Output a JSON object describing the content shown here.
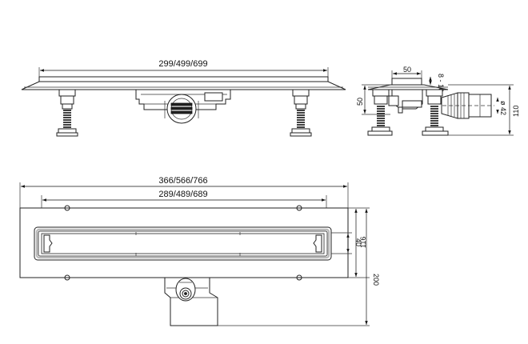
{
  "dimensions": {
    "top_length": "299/499/699",
    "side_width": "50",
    "side_adjust": "8 - 16",
    "side_height": "50",
    "side_total_height": "110",
    "side_outlet_dia": "ø 42",
    "plan_overall_length": "366/566/766",
    "plan_inner_length": "289/489/689",
    "plan_grate_width": "40",
    "plan_frame_width": "116",
    "plan_total_depth": "200"
  },
  "colors": {
    "line": "#222222",
    "background": "#ffffff"
  }
}
